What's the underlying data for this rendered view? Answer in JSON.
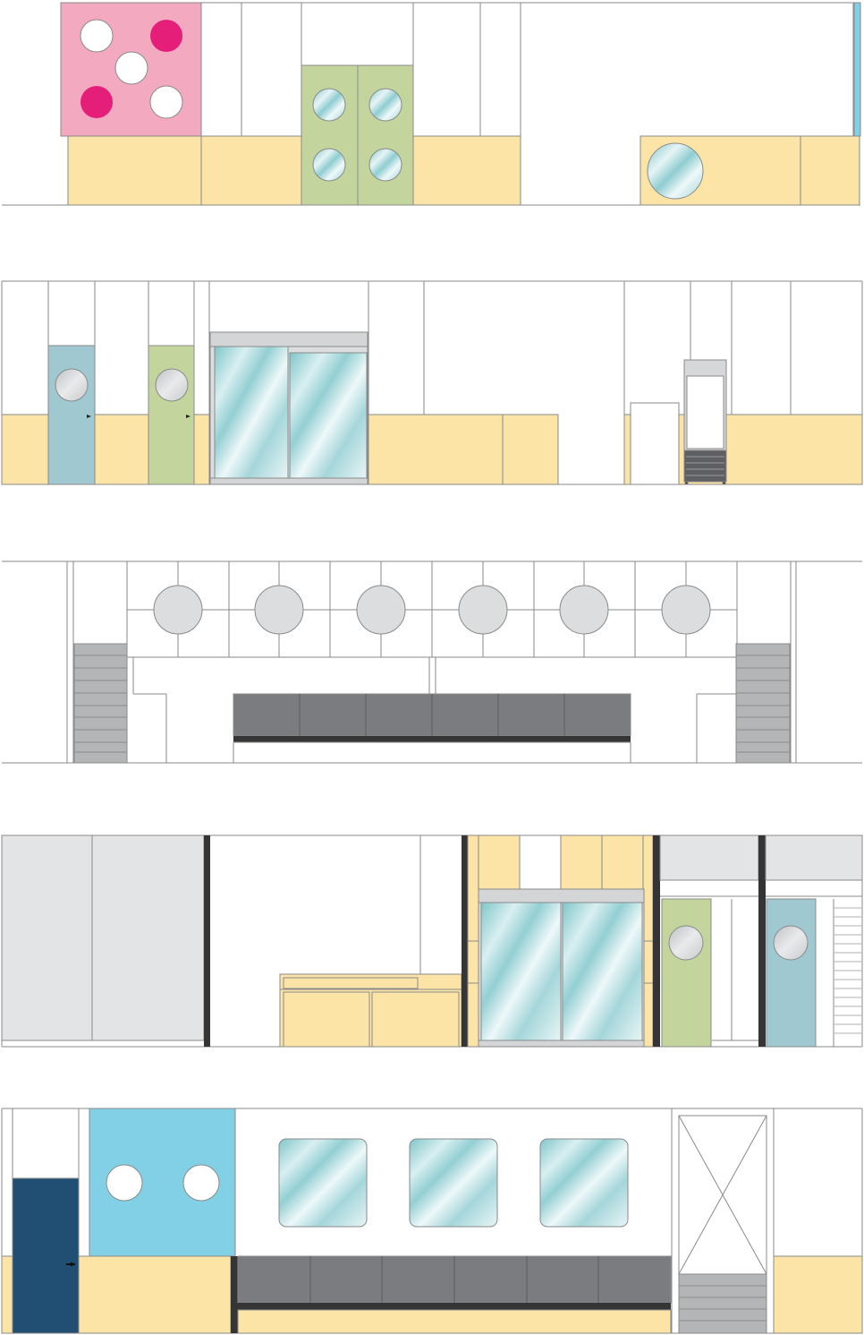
{
  "drawing": {
    "colors": {
      "line": "#8a8a8a",
      "wood": "#fbe4a6",
      "green": "#c3d59d",
      "blue_door": "#a0c8d0",
      "navy_door": "#214f73",
      "sky": "#82d0e6",
      "pink": "#f3aac1",
      "magenta": "#e51e7a",
      "grey_bench": "#7b7c7f",
      "dark": "#353535",
      "stair": "#b4b5b7",
      "panel": "#e3e4e6",
      "port": "#dcdddf",
      "glass": "#bfe0e4"
    },
    "elevations": [
      {
        "name": "elevation-1",
        "elements": [
          "pink-panel-with-dots",
          "green-double-door",
          "porthole-cabinet",
          "blue-edge-strip"
        ]
      },
      {
        "name": "elevation-2",
        "elements": [
          "blue-porthole-door",
          "green-porthole-door",
          "sliding-glass-door",
          "display-fridge"
        ]
      },
      {
        "name": "elevation-3",
        "elements": [
          "porthole-wall",
          "staircase-left",
          "bench",
          "staircase-right"
        ]
      },
      {
        "name": "elevation-4",
        "elements": [
          "grey-panels",
          "reception-desk",
          "sliding-glass-door",
          "green-porthole-door",
          "blue-porthole-door"
        ]
      },
      {
        "name": "elevation-5",
        "elements": [
          "navy-door",
          "sky-blue-panel",
          "glass-windows",
          "bench",
          "staircase"
        ]
      }
    ]
  }
}
